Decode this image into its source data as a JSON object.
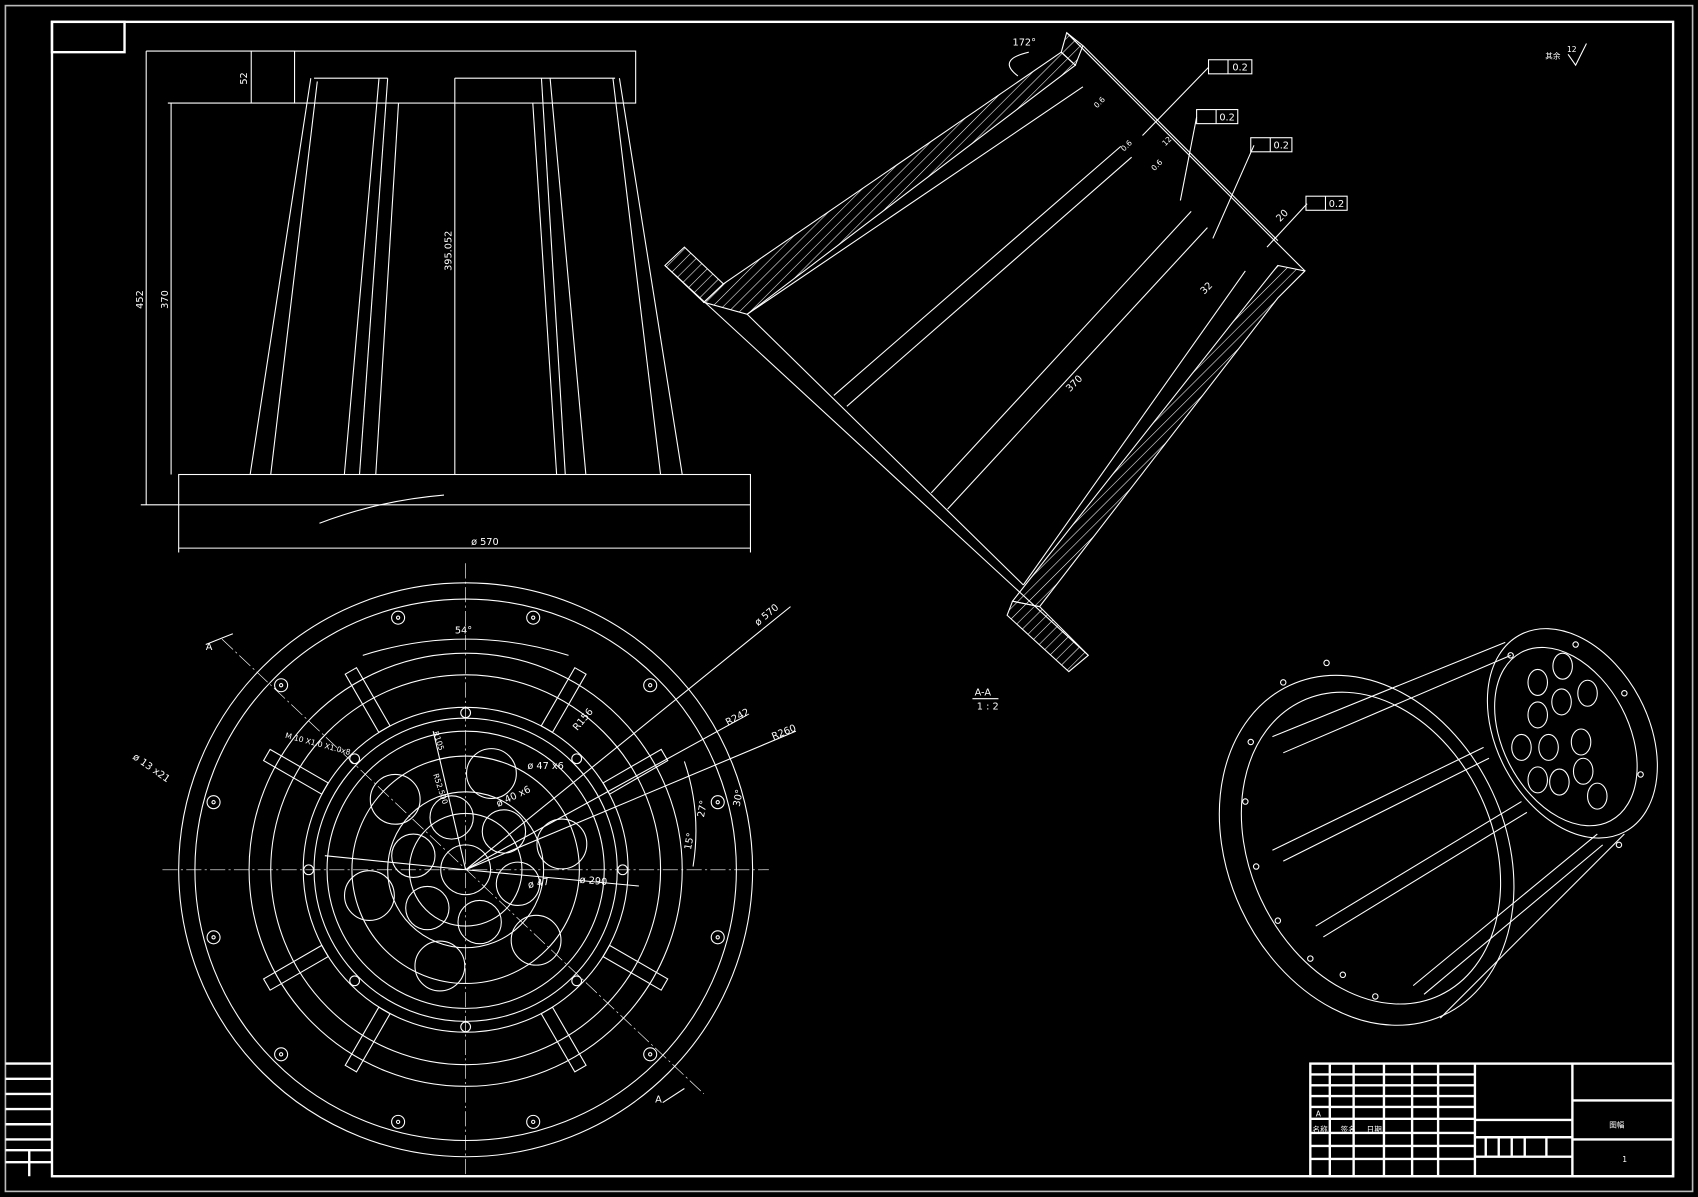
{
  "front_view": {
    "dims": {
      "plate_thickness": "52",
      "total_height": "452",
      "rib_height": "370",
      "inner_height": "395.052",
      "base_diameter": "ø 570"
    }
  },
  "section_view": {
    "angle": "172°",
    "weld_marks": [
      "0.6",
      "0.6",
      "0.6",
      "12"
    ],
    "tolerances": [
      "0.2",
      "0.2",
      "0.2",
      "0.2"
    ],
    "dims": {
      "flange": "20",
      "wall": "32",
      "length": "370"
    },
    "title": "A-A",
    "scale": "1 : 2"
  },
  "roughness": {
    "label": "其余",
    "value": "12"
  },
  "top_view": {
    "angle_top": "54°",
    "outer_diameter": "ø 570",
    "section_mark_top": "A",
    "section_mark_bottom": "A",
    "r242": "R242",
    "r260": "R260",
    "r156": "R156",
    "r105": "R105",
    "r52": "R52.500",
    "holes_47": "ø 47  x6",
    "holes_40": "ø 40  x6",
    "hole_center": "ø 47",
    "d290": "ø 290",
    "angle_27": "27°",
    "angle_30": "30°",
    "angle_15": "15°",
    "thread": "M 10 X1.0  X1.0x8",
    "bolt_holes": "ø 13  x21"
  },
  "title_block": {
    "mark": "A",
    "name_label": "名称",
    "sign_label": "签名",
    "date_label": "日期",
    "drawing_title": "图幅",
    "sheet": "1"
  }
}
